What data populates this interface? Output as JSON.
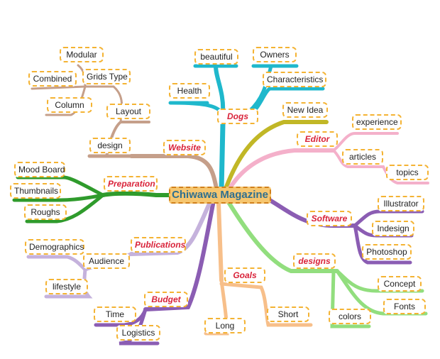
{
  "title": "Chiwawa Magazine",
  "colors": {
    "dogs": "#1fb8cc",
    "editor_main": "#c1b726",
    "editor_sub": "#f4b0ca",
    "software": "#8b5db3",
    "designs": "#92de7e",
    "goals": "#f7bf8a",
    "budget": "#8b5db3",
    "publications": "#c5b2dc",
    "preparation": "#2f9b2c",
    "website": "#c59f8a",
    "label_border": "#f4b333",
    "category_text": "#d9233a",
    "center_fill": "#f6c66f",
    "center_text": "#2f6f8f"
  },
  "branches": {
    "dogs": {
      "label": "Dogs",
      "items": {
        "beautiful": "beautiful",
        "owners": "Owners",
        "characteristics": "Characteristics",
        "health": "Health"
      }
    },
    "editor": {
      "label": "Editor",
      "items": {
        "new_idea": "New Idea",
        "experience": "experience",
        "articles": "articles",
        "topics": "topics"
      }
    },
    "software": {
      "label": "Software",
      "items": {
        "illustrator": "Illustrator",
        "indesign": "Indesign",
        "photoshop": "Photoshop"
      }
    },
    "designs": {
      "label": "designs",
      "items": {
        "concept": "Concept",
        "fonts": "Fonts",
        "colors": "colors"
      }
    },
    "goals": {
      "label": "Goals",
      "items": {
        "long": "Long",
        "short": "Short"
      }
    },
    "budget": {
      "label": "Budget",
      "items": {
        "time": "Time",
        "logistics": "Logistics"
      }
    },
    "publications": {
      "label": "Publications",
      "items": {
        "audience": "Audience",
        "demographics": "Demographics",
        "lifestyle": "lifestyle"
      }
    },
    "preparation": {
      "label": "Preparation",
      "items": {
        "mood_board": "Mood Board",
        "thumbnails": "Thumbnails",
        "roughs": "Roughs"
      }
    },
    "website": {
      "label": "Website",
      "items": {
        "design": "design",
        "layout": "Layout",
        "grids_type": "Grids Type",
        "modular": "Modular",
        "combined": "Combined",
        "column": "Column"
      }
    }
  }
}
